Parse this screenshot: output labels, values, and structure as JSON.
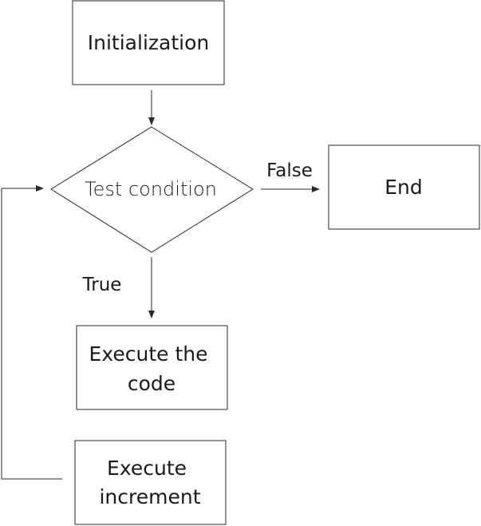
{
  "diagram": {
    "nodes": {
      "initialization": "Initialization",
      "test_condition": "Test condition",
      "end": "End",
      "execute_code_line1": "Execute the",
      "execute_code_line2": "code",
      "execute_increment_line1": "Execute",
      "execute_increment_line2": "increment"
    },
    "edges": {
      "false_label": "False",
      "true_label": "True"
    },
    "colors": {
      "stroke": "#2a2a2a",
      "text": "#1a1a1a",
      "background": "#ffffff"
    }
  }
}
